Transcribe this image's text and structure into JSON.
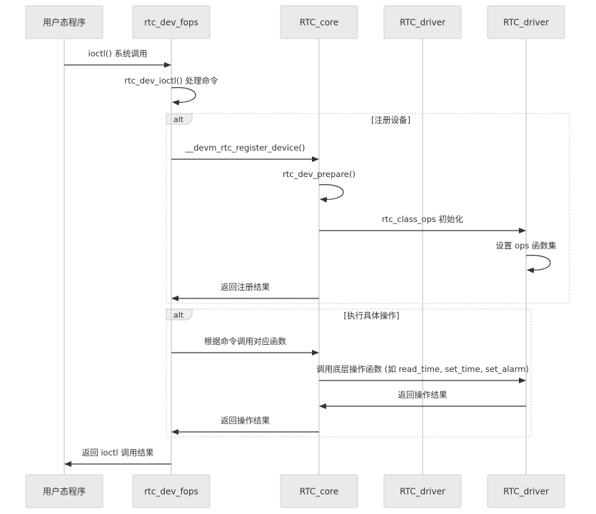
{
  "participants": [
    {
      "id": "user",
      "label": "用户态程序"
    },
    {
      "id": "fops",
      "label": "rtc_dev_fops"
    },
    {
      "id": "core",
      "label": "RTC_core"
    },
    {
      "id": "drv1",
      "label": "RTC_driver"
    },
    {
      "id": "drv2",
      "label": "RTC_driver"
    }
  ],
  "messages": [
    {
      "from": "user",
      "to": "fops",
      "label": "ioctl() 系统调用",
      "kind": "sync"
    },
    {
      "from": "fops",
      "to": "fops",
      "label": "rtc_dev_ioctl() 处理命令",
      "kind": "self"
    },
    {
      "from": "fops",
      "to": "core",
      "label": "__devm_rtc_register_device()",
      "kind": "sync"
    },
    {
      "from": "core",
      "to": "core",
      "label": "rtc_dev_prepare()",
      "kind": "self"
    },
    {
      "from": "core",
      "to": "drv2",
      "label": "rtc_class_ops 初始化",
      "kind": "sync"
    },
    {
      "from": "drv2",
      "to": "drv2",
      "label": "设置 ops 函数集",
      "kind": "self"
    },
    {
      "from": "core",
      "to": "fops",
      "label": "返回注册结果",
      "kind": "sync"
    },
    {
      "from": "fops",
      "to": "core",
      "label": "根据命令调用对应函数",
      "kind": "sync"
    },
    {
      "from": "core",
      "to": "drv2",
      "label": "调用底层操作函数 (如 read_time, set_time, set_alarm)",
      "kind": "sync"
    },
    {
      "from": "drv2",
      "to": "core",
      "label": "返回操作结果",
      "kind": "sync"
    },
    {
      "from": "core",
      "to": "fops",
      "label": "返回操作结果",
      "kind": "sync"
    },
    {
      "from": "fops",
      "to": "user",
      "label": "返回 ioctl 调用结果",
      "kind": "sync"
    }
  ],
  "frames": [
    {
      "tag": "alt",
      "condition": "[注册设备]",
      "first_message": 2,
      "last_message": 6
    },
    {
      "tag": "alt",
      "condition": "[执行具体操作]",
      "first_message": 7,
      "last_message": 10
    }
  ],
  "colors": {
    "actor_fill": "#eaeaea",
    "actor_border": "#d0d0d0",
    "lifeline": "#cccccc",
    "arrow": "#333333",
    "text": "#333333"
  }
}
